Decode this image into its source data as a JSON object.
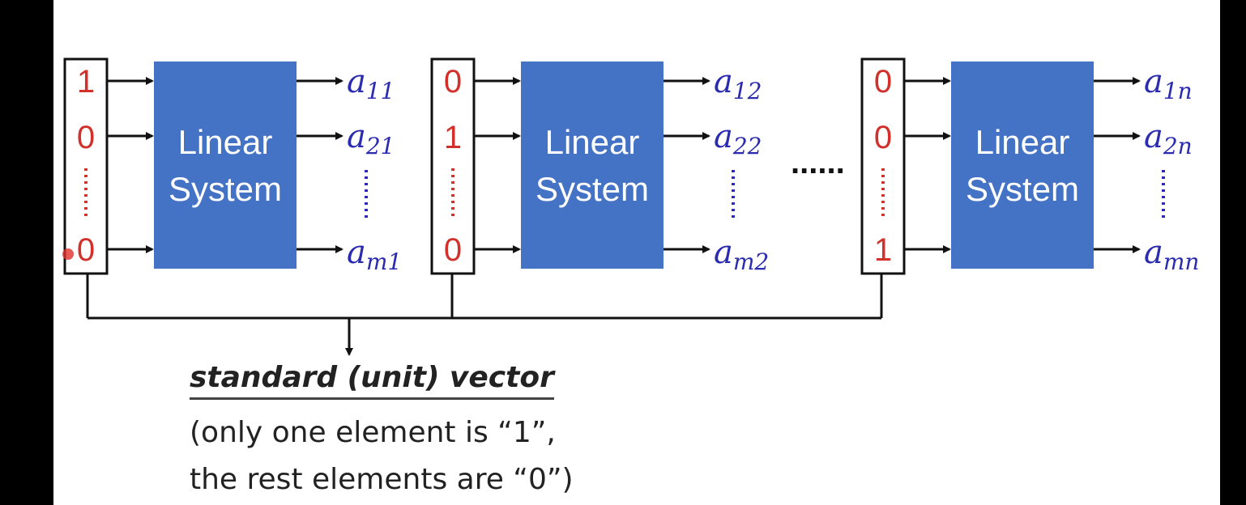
{
  "colors": {
    "vector_text": "#d2302a",
    "box_fill": "#4472c4",
    "box_text": "#ffffff",
    "output_text": "#2b2bb0",
    "line": "#111111"
  },
  "systems": [
    {
      "inputs": [
        "1",
        "0",
        "0"
      ],
      "label_line1": "Linear",
      "label_line2": "System",
      "outputs": [
        {
          "base": "a",
          "sub": "11"
        },
        {
          "base": "a",
          "sub": "21"
        },
        {
          "base": "a",
          "sub": "m1"
        }
      ]
    },
    {
      "inputs": [
        "0",
        "1",
        "0"
      ],
      "label_line1": "Linear",
      "label_line2": "System",
      "outputs": [
        {
          "base": "a",
          "sub": "12"
        },
        {
          "base": "a",
          "sub": "22"
        },
        {
          "base": "a",
          "sub": "m2"
        }
      ]
    },
    {
      "inputs": [
        "0",
        "0",
        "1"
      ],
      "label_line1": "Linear",
      "label_line2": "System",
      "outputs": [
        {
          "base": "a",
          "sub": "1n"
        },
        {
          "base": "a",
          "sub": "2n"
        },
        {
          "base": "a",
          "sub": "mn"
        }
      ]
    }
  ],
  "between_ellipsis": "......",
  "caption": {
    "title": "standard (unit) vector",
    "line1": "(only one element is “1”,",
    "line2": "the rest elements are “0”)"
  }
}
